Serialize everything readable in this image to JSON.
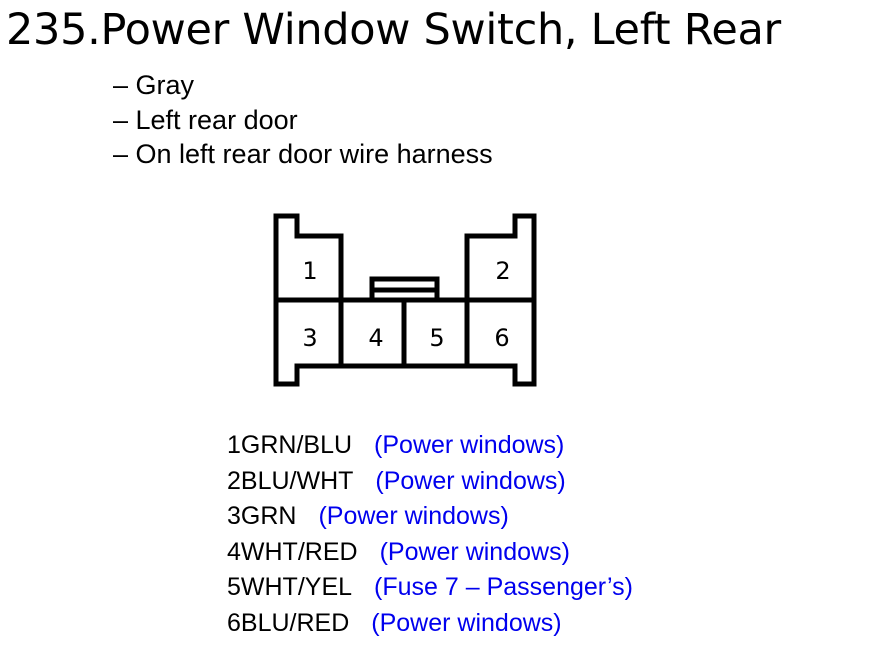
{
  "title": "235.Power Window Switch, Left Rear",
  "details": [
    "– Gray",
    "– Left rear door",
    "– On left rear door wire harness"
  ],
  "connector": {
    "pin_labels": [
      "1",
      "2",
      "3",
      "4",
      "5",
      "6"
    ]
  },
  "pins": [
    {
      "label": "1GRN/BLU",
      "description": "(Power windows)"
    },
    {
      "label": "2BLU/WHT",
      "description": "(Power windows)"
    },
    {
      "label": "3GRN",
      "description": "(Power windows)"
    },
    {
      "label": "4WHT/RED",
      "description": "(Power windows)"
    },
    {
      "label": "5WHT/YEL",
      "description": "(Fuse 7 – Passenger’s)"
    },
    {
      "label": "6BLU/RED",
      "description": "(Power windows)"
    }
  ],
  "colors": {
    "text": "#000000",
    "description": "#0000ee",
    "outline": "#000000"
  }
}
